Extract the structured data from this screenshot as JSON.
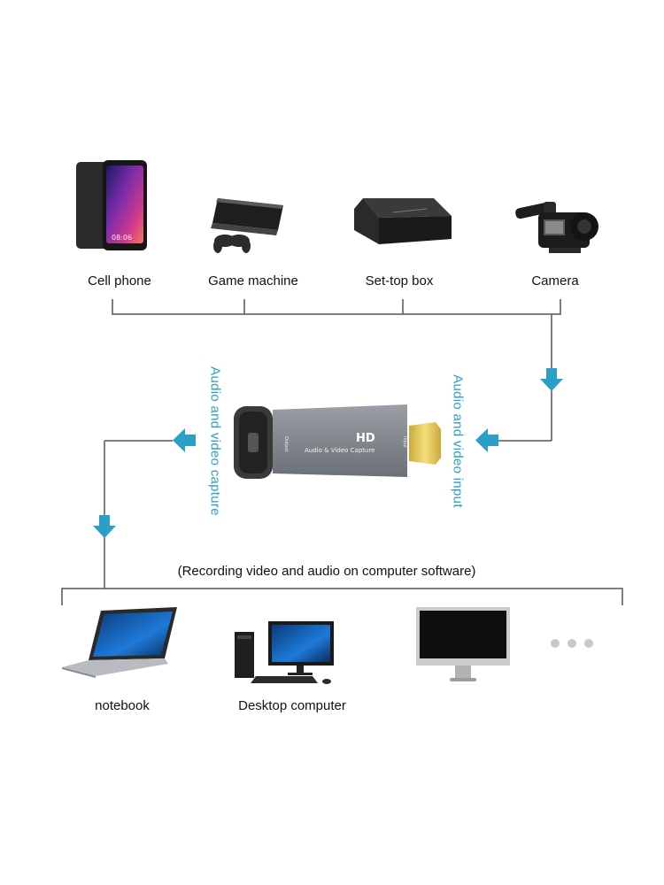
{
  "sources": [
    {
      "label": "Cell phone",
      "icon": "cell-phone-icon",
      "phone_screen_text": "08:06"
    },
    {
      "label": "Game machine",
      "icon": "game-console-icon"
    },
    {
      "label": "Set-top box",
      "icon": "set-top-box-icon"
    },
    {
      "label": "Camera",
      "icon": "video-camera-icon"
    }
  ],
  "device": {
    "badge": "HD",
    "name": "Audio & Video Capture",
    "left_port": "Output",
    "right_port": "Input"
  },
  "labels": {
    "capture": "Audio and video capture",
    "input": "Audio and video input",
    "note": "(Recording video and audio on computer software)"
  },
  "targets": [
    {
      "label": "notebook",
      "icon": "laptop-icon"
    },
    {
      "label": "Desktop computer",
      "icon": "desktop-computer-icon"
    },
    {
      "label": "",
      "icon": "monitor-icon"
    },
    {
      "label": "",
      "icon": "more-dots-icon"
    }
  ],
  "colors": {
    "accent": "#2aa0c8",
    "line": "#555555"
  }
}
